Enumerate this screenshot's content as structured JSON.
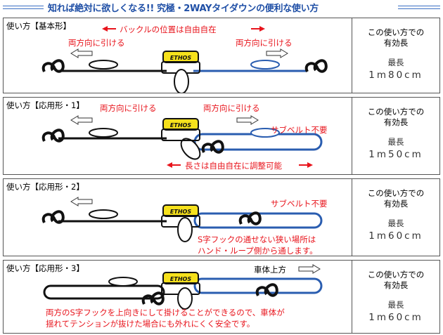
{
  "header": {
    "title": "知れば絶対に欲しくなる!! 究極・2WAYタイダウンの便利な使い方"
  },
  "buckle_text": "ETHOS",
  "panels": [
    {
      "label": "使い方【基本形】",
      "side": {
        "line1": "この使い方での",
        "line2": "有効長",
        "line3": "最長",
        "value": "1m80cm"
      },
      "notes": {
        "a": "バックルの位置は自由自在",
        "b": "両方向に引ける",
        "c": "両方向に引ける"
      }
    },
    {
      "label": "使い方【応用形・1】",
      "side": {
        "line1": "この使い方での",
        "line2": "有効長",
        "line3": "最長",
        "value": "1m50cm"
      },
      "notes": {
        "a": "両方向に引ける",
        "b": "両方向に引ける",
        "c": "サブベルト不要",
        "d": "長さは自由自在に調整可能"
      }
    },
    {
      "label": "使い方【応用形・2】",
      "side": {
        "line1": "この使い方での",
        "line2": "有効長",
        "line3": "最長",
        "value": "1m60cm"
      },
      "notes": {
        "a": "サブベルト不要",
        "b": "S字フックの通せない狭い場所は",
        "c": "ハンド・ループ側から通します。"
      }
    },
    {
      "label": "使い方【応用形・3】",
      "side": {
        "line1": "この使い方での",
        "line2": "有効長",
        "line3": "最長",
        "value": "1m60cm"
      },
      "notes": {
        "a": "車体上方",
        "b": "両方のS字フックを上向きにして掛けることができるので、車体が",
        "c": "揺れてテンションが抜けた場合にも外れにくく安全です。"
      }
    }
  ]
}
